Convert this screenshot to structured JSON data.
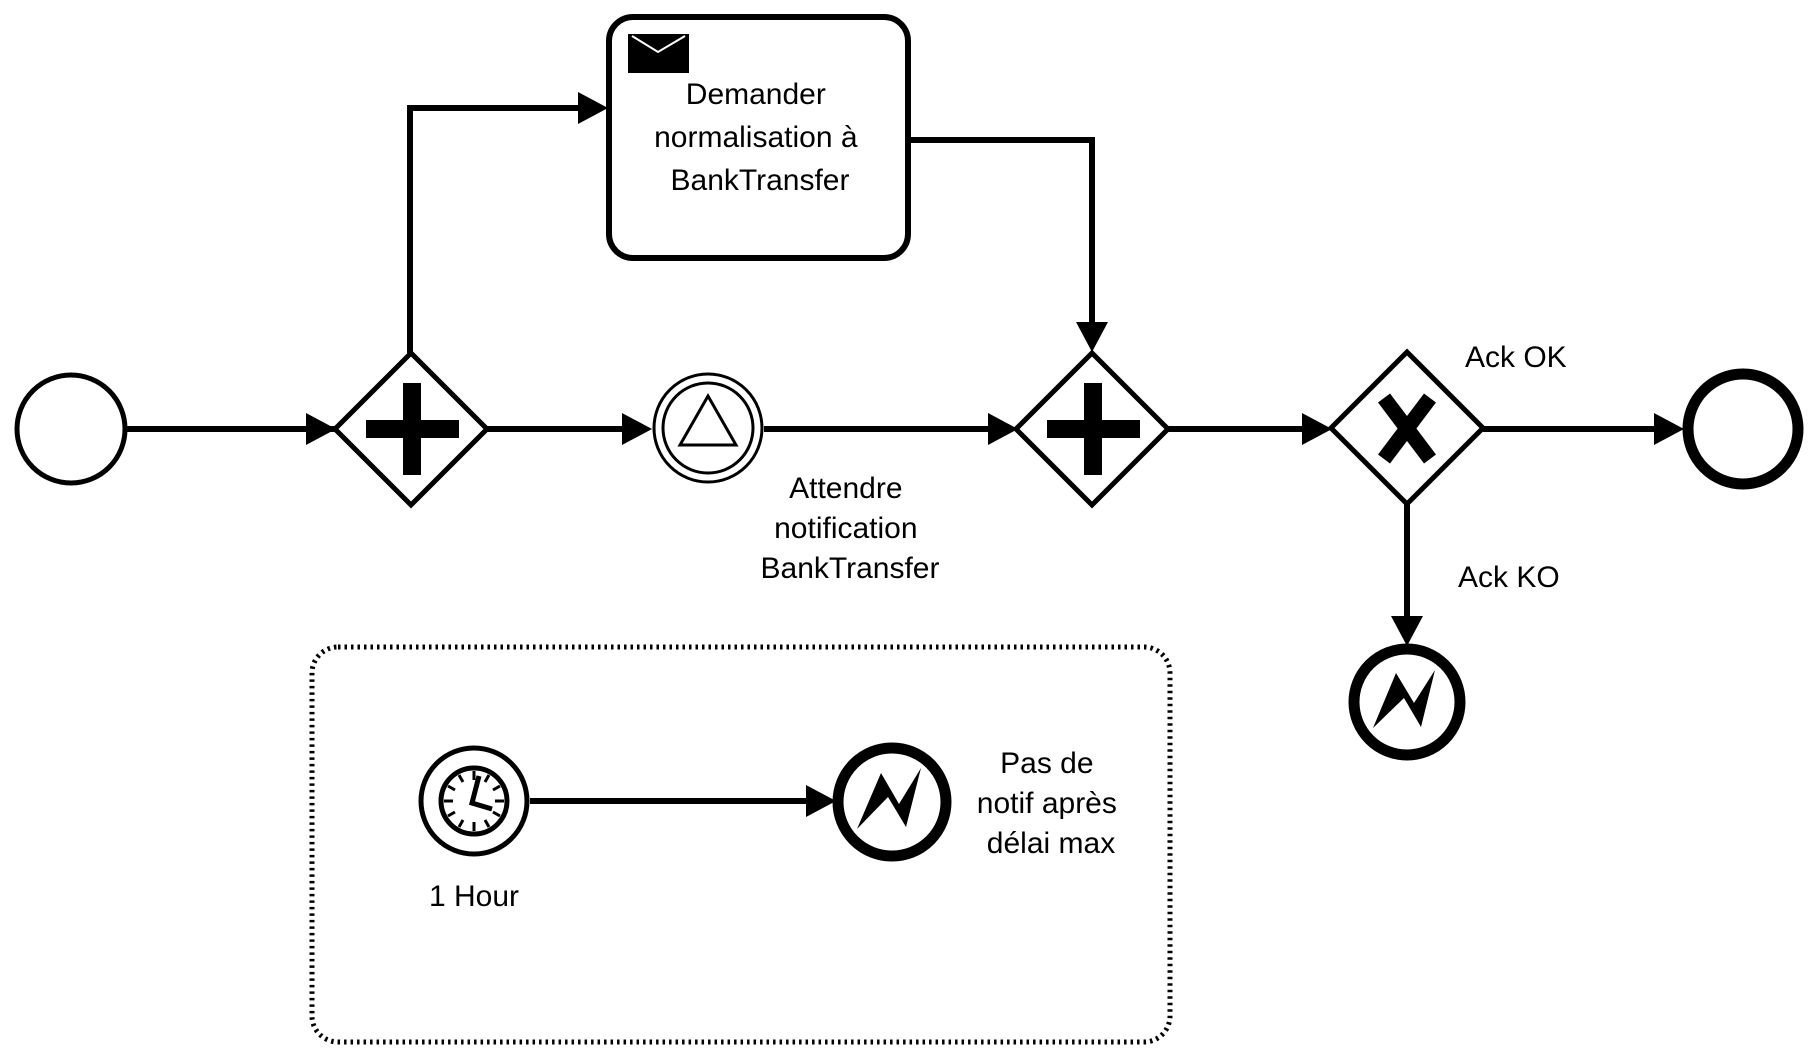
{
  "diagram": {
    "type": "BPMN process",
    "stroke_color": "#000000",
    "background": "#ffffff"
  },
  "nodes": {
    "start_event": {
      "kind": "start-event"
    },
    "split_gateway": {
      "kind": "parallel-gateway",
      "symbol": "+"
    },
    "task": {
      "kind": "send-task",
      "icon": "envelope-icon",
      "lines": [
        "Demander",
        "normalisation à",
        "BankTransfer"
      ]
    },
    "wait_event": {
      "kind": "intermediate-catch-signal-event",
      "icon": "triangle-signal-icon",
      "lines": [
        "Attendre",
        "notification",
        "BankTransfer"
      ]
    },
    "join_gateway": {
      "kind": "parallel-gateway",
      "symbol": "+"
    },
    "xor_gateway": {
      "kind": "exclusive-gateway",
      "symbol": "X"
    },
    "end_event": {
      "kind": "end-event"
    },
    "error_end_ko": {
      "kind": "error-end-event",
      "icon": "lightning-icon"
    },
    "subprocess": {
      "kind": "event-subprocess",
      "timer_start": {
        "kind": "timer-start-event",
        "icon": "clock-icon",
        "label": "1 Hour"
      },
      "error_end": {
        "kind": "error-end-event",
        "icon": "lightning-icon",
        "lines": [
          "Pas de",
          "notif après",
          "délai max"
        ]
      }
    }
  },
  "flows": {
    "ack_ok_label": "Ack OK",
    "ack_ko_label": "Ack KO"
  }
}
